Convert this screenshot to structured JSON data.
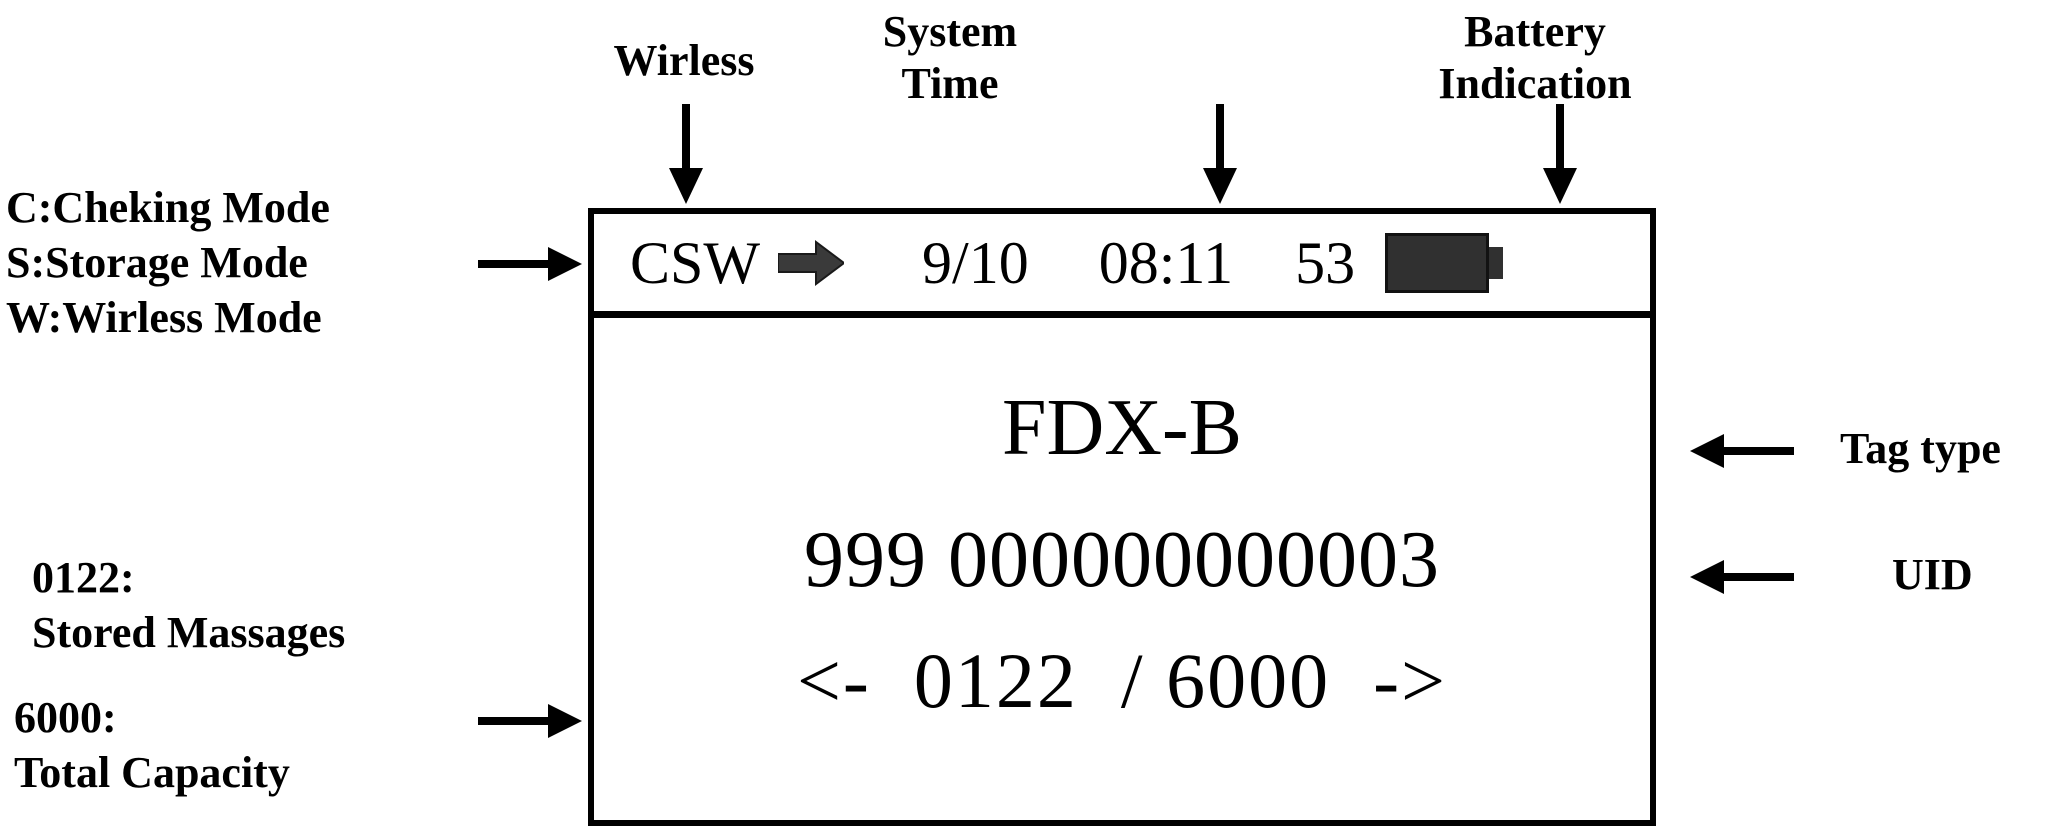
{
  "annotations": {
    "wireless_label": "Wirless",
    "system_time_label": "System\nTime",
    "battery_label": "Battery\nIndication",
    "mode_legend": "C:Cheking Mode\nS:Storage Mode\nW:Wirless Mode",
    "stored_messages_label": "0122:\nStored Massages",
    "total_capacity_label": "6000:\nTotal Capacity",
    "tag_type_label": "Tag type",
    "uid_label": "UID"
  },
  "device": {
    "status_bar": {
      "mode_flags": "CSW",
      "wireless_icon": "right-arrow-icon",
      "date": "9/10",
      "time": "08:11",
      "battery_percent": "53",
      "battery_icon": "battery-full-icon"
    },
    "display": {
      "tag_type": "FDX-B",
      "uid": "999 000000000003",
      "counter": "<-  0122  / 6000  ->",
      "counter_current": "0122",
      "counter_total": "6000",
      "prev_arrow": "<-",
      "next_arrow": "->"
    }
  },
  "colors": {
    "ink": "#000000",
    "background": "#ffffff",
    "icon_fill": "#303030"
  }
}
